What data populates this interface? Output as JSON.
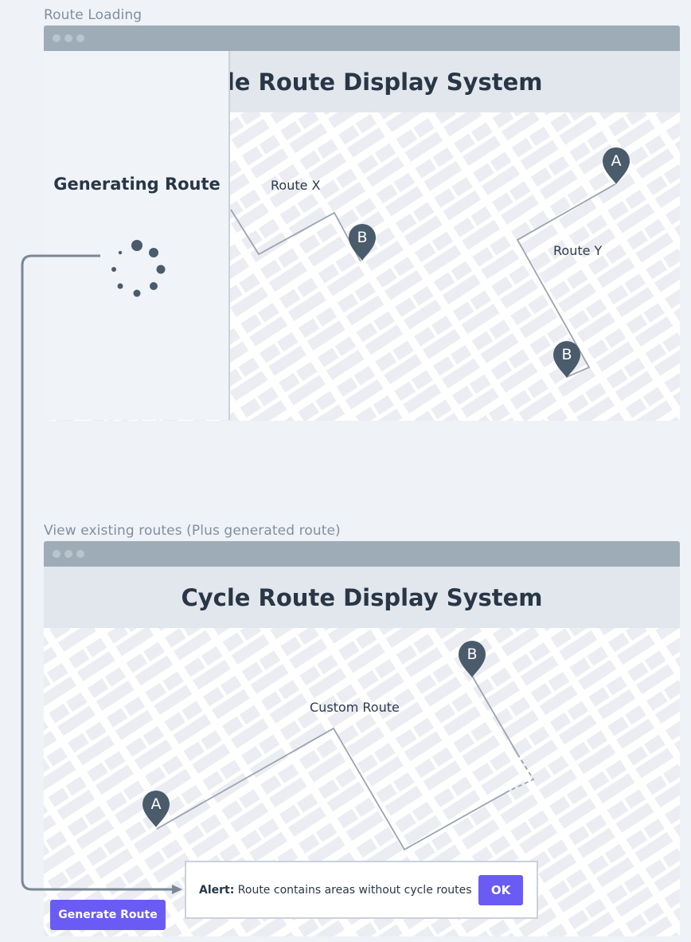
{
  "screens": [
    {
      "caption": "Route Loading",
      "app_title": "Cycle Route Display System",
      "loading": {
        "title": "Generating Route"
      },
      "routes": [
        {
          "label": "Route X",
          "pin_labels": [
            "B"
          ]
        },
        {
          "label": "Route Y",
          "pin_labels": [
            "A",
            "B"
          ]
        }
      ]
    },
    {
      "caption": "View existing routes (Plus generated route)",
      "app_title": "Cycle Route Display System",
      "routes": [
        {
          "label": "Custom Route",
          "pin_labels": [
            "A",
            "B"
          ]
        }
      ],
      "generate_button": "Generate Route",
      "alert": {
        "prefix": "Alert:",
        "message": "Route contains areas without cycle routes",
        "ok_label": "OK"
      }
    }
  ],
  "colors": {
    "accent": "#6b5bf5",
    "pin": "#4a5b6b",
    "titlebar": "#9eacb8",
    "map_block": "#ebedf3",
    "route_line": "#9aa5af",
    "connector": "#7a8794"
  },
  "icons": [
    "map-pin-icon",
    "loading-spinner-icon",
    "window-dots-icon"
  ]
}
